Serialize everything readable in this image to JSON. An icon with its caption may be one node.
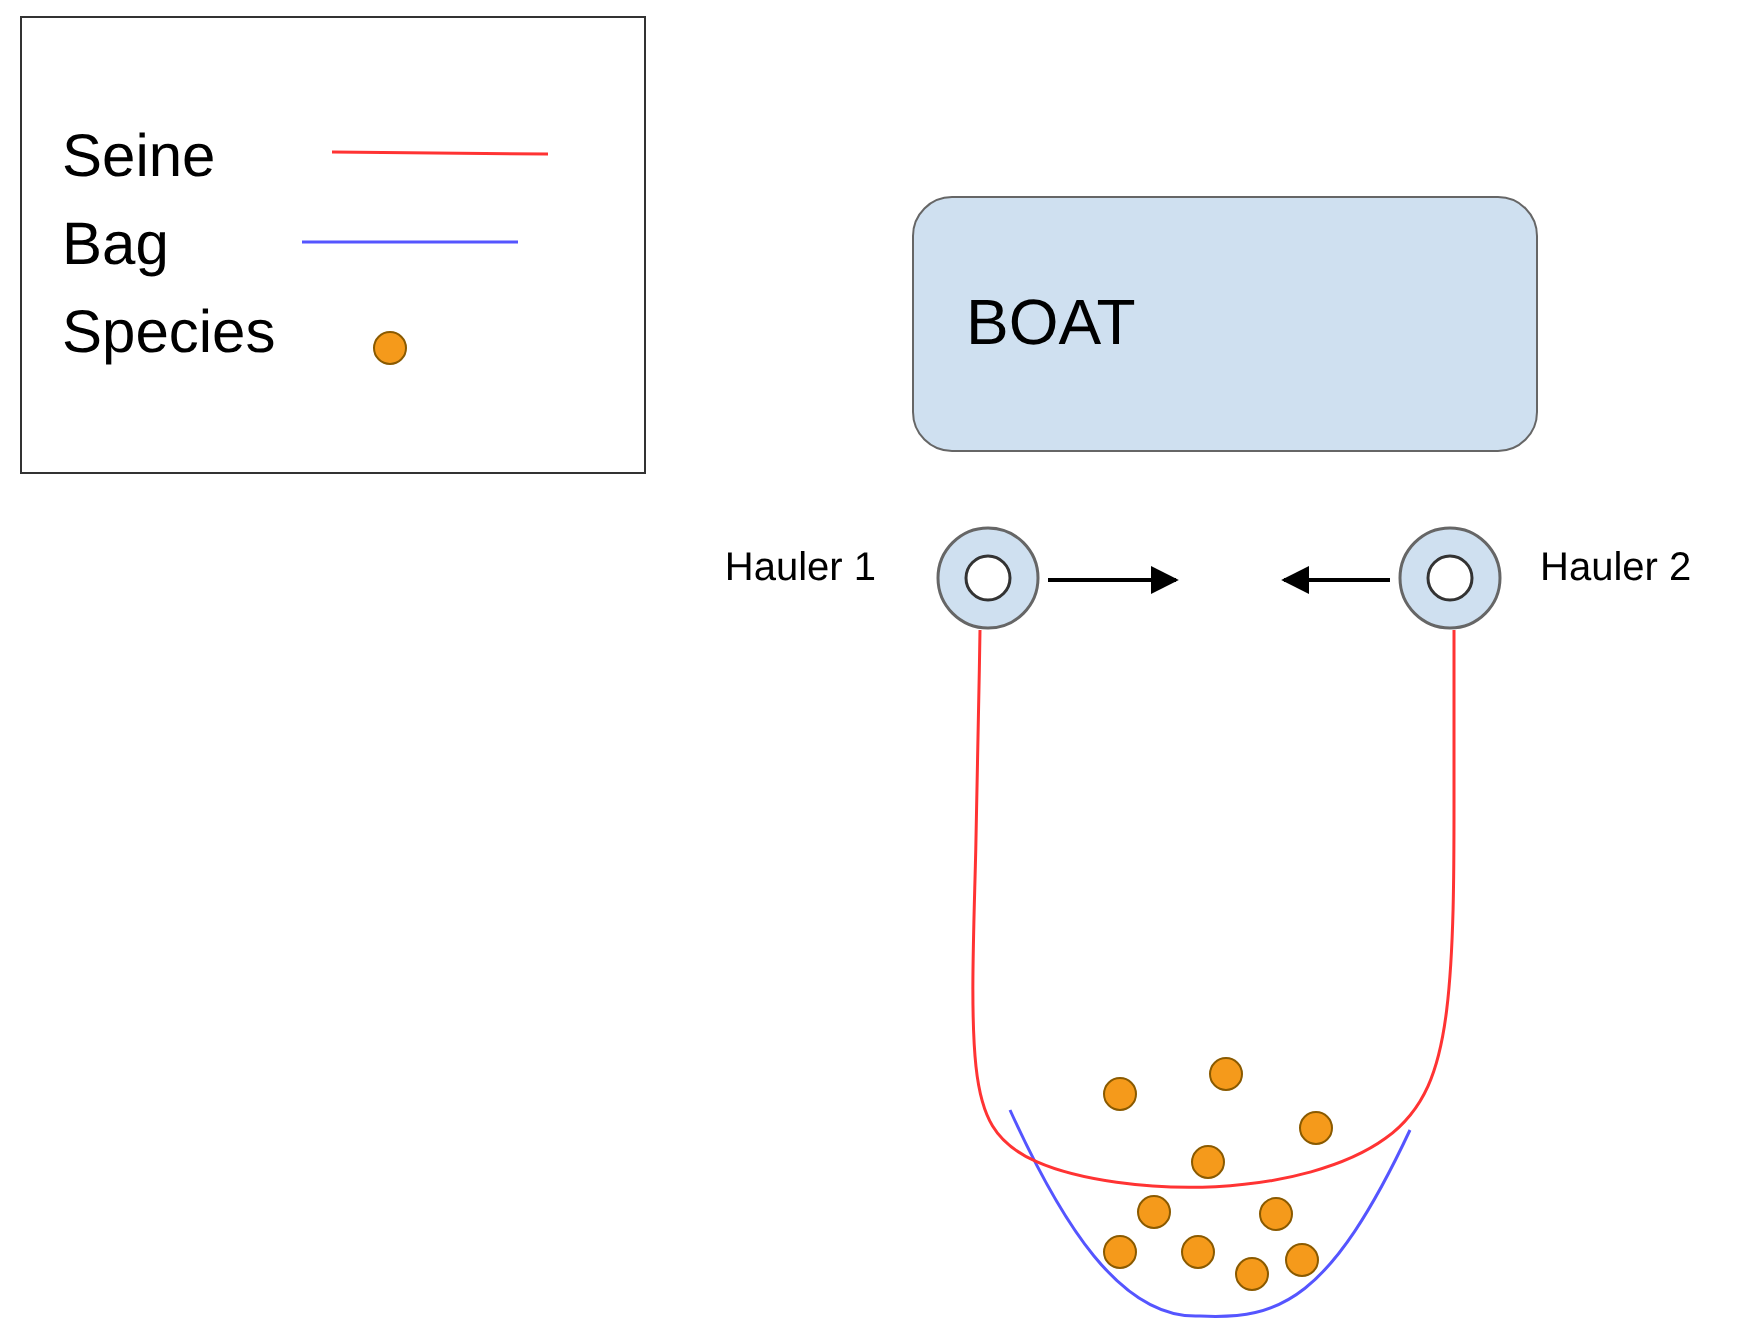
{
  "diagram": {
    "nodes": [
      {
        "text": [
          "BOAT"
        ]
      },
      {
        "text": [],
        "shape": "circle",
        "beside": [
          "Hauler 1"
        ]
      },
      {
        "text": [],
        "shape": "circle",
        "beside": [
          "Hauler 2"
        ]
      }
    ],
    "edges": [
      {
        "from": 1,
        "to": null,
        "arrow": "to"
      },
      {
        "from": 2,
        "to": null,
        "arrow": "to"
      },
      {
        "from": 1,
        "to": 2,
        "arrow": "none",
        "color": "#ff3333"
      }
    ],
    "legend": [
      {
        "text": "Seine"
      },
      {
        "text": "Bag"
      },
      {
        "text": "Species"
      }
    ]
  }
}
